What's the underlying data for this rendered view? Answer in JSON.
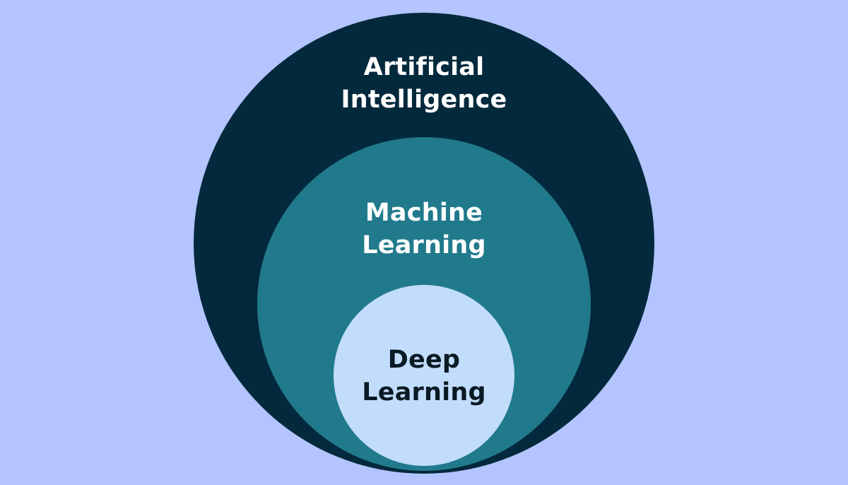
{
  "colors": {
    "background": "#b4c4fe",
    "artificial_intelligence": "#03293c",
    "machine_learning": "#207a8c",
    "deep_learning": "#c2dcfb",
    "light_text": "#ffffff",
    "dark_text": "#0a1a24"
  },
  "diagram": {
    "artificial_intelligence": {
      "line1": "Artificial",
      "line2": "Intelligence"
    },
    "machine_learning": {
      "line1": "Machine",
      "line2": "Learning"
    },
    "deep_learning": {
      "line1": "Deep",
      "line2": "Learning"
    }
  }
}
